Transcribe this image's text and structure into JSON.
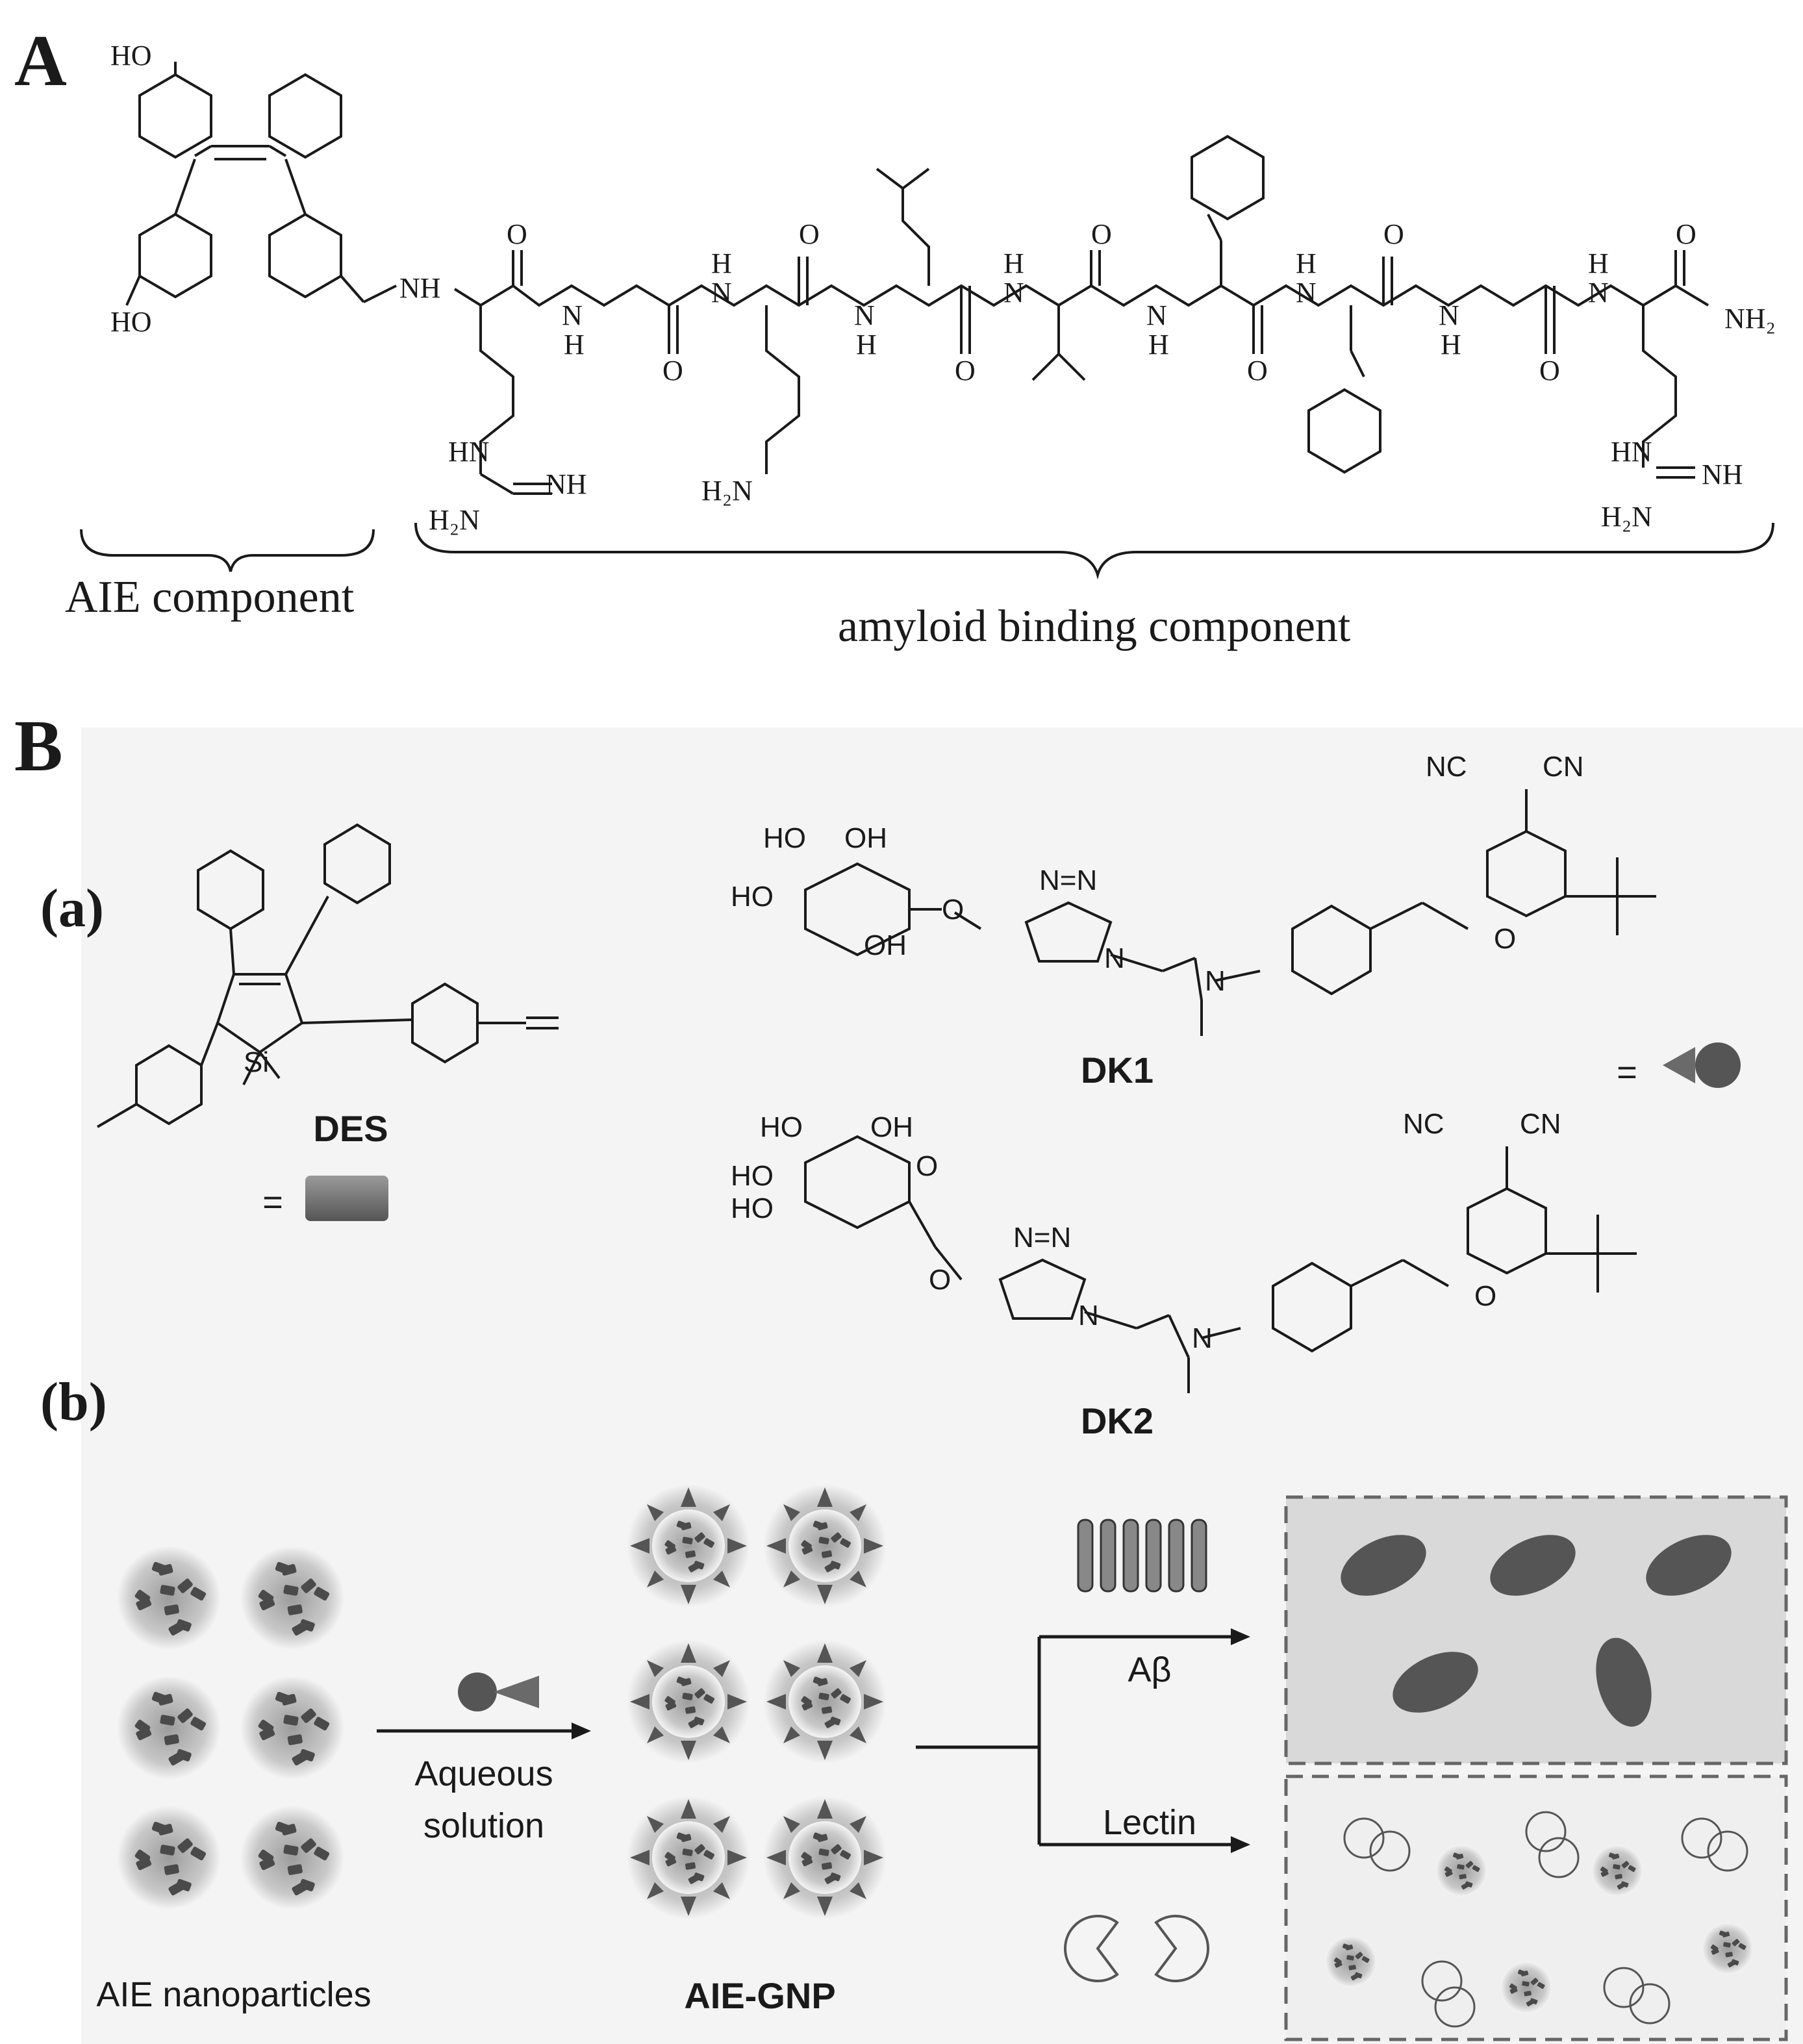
{
  "panels": {
    "A": {
      "letter": "A",
      "aie_label": "AIE component",
      "amyloid_label": "amyloid binding component"
    },
    "B": {
      "letter": "B",
      "sub_a": "(a)",
      "sub_b": "(b)",
      "des_name": "DES",
      "dk1_name": "DK1",
      "dk2_name": "DK2",
      "equals": "=",
      "arrow_label_line1": "Aqueous",
      "arrow_label_line2": "solution",
      "abeta_label": "Aβ",
      "lectin_label": "Lectin",
      "aie_np_label": "AIE nanoparticles",
      "aie_gnp_label": "AIE-GNP"
    }
  },
  "colors": {
    "panel_b_bg": "#f4f4f4",
    "abeta_box_bg": "#d9d9d9",
    "lectin_box_bg": "#efefef",
    "particle": "#555555"
  }
}
